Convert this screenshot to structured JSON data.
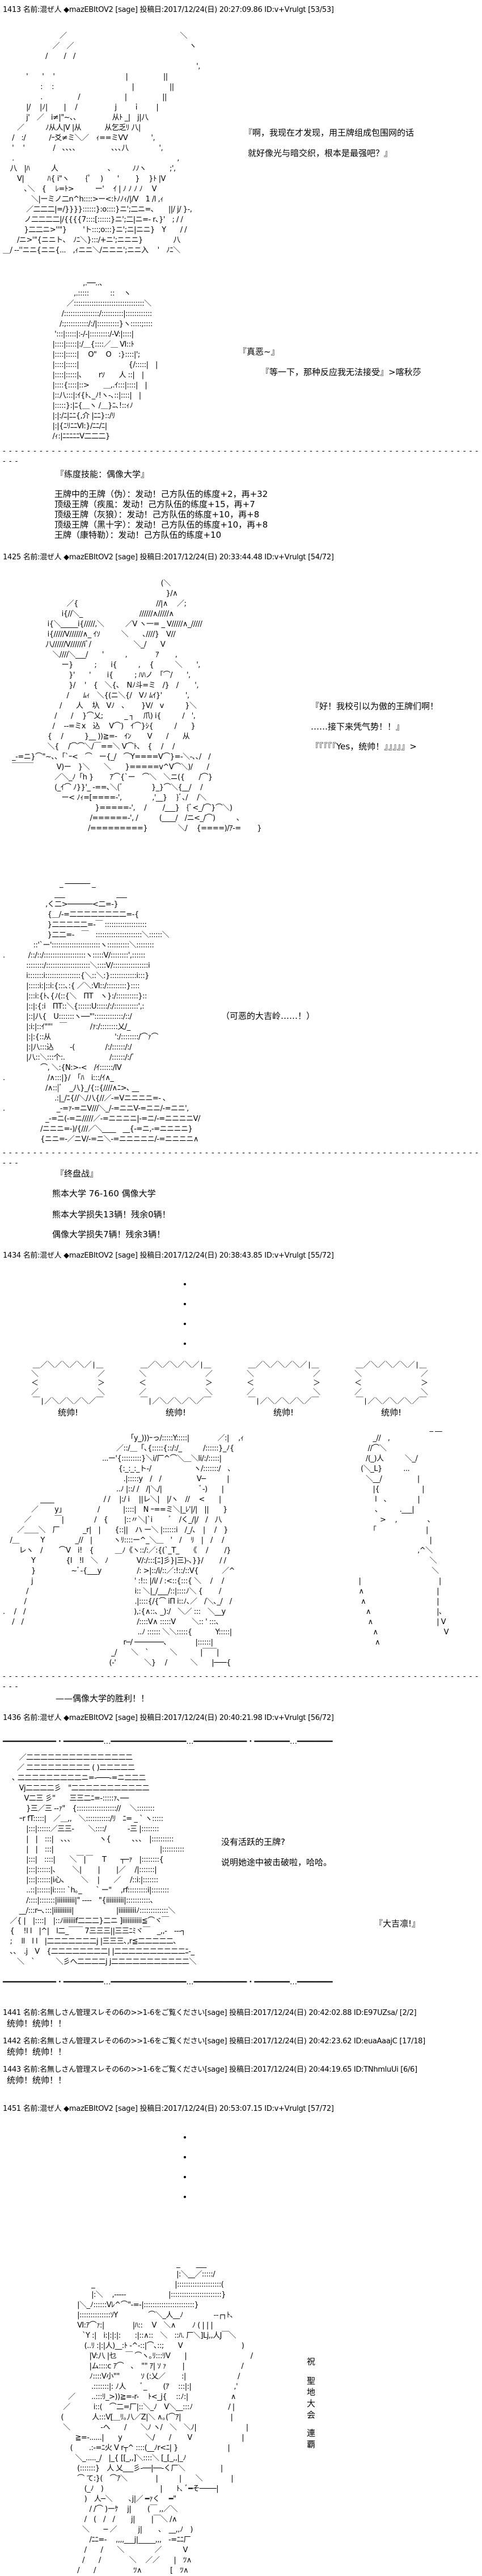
{
  "posts": [
    {
      "header": "1413 名前:混ぜ人 ◆mazEBItOV2 [sage] 投稿日:2017/12/24(日) 20:27:09.86 ID:v+Vrulgt [53/53]"
    },
    {
      "header": "1425 名前:混ぜ人 ◆mazEBItOV2 [sage] 投稿日:2017/12/24(日) 20:33:44.48 ID:v+Vrulgt [54/72]"
    },
    {
      "header": "1434 名前:混ぜ人 ◆mazEBItOV2 [sage] 投稿日:2017/12/24(日) 20:38:43.85 ID:v+Vrulgt [55/72]"
    },
    {
      "header": "1436 名前:混ぜ人 ◆mazEBItOV2 [sage] 投稿日:2017/12/24(日) 20:40:21.98 ID:v+Vrulgt [56/72]"
    },
    {
      "header": "1441 名前:名無しさん管理スレその6の>>1-6をご覧ください[sage] 投稿日:2017/12/24(日) 20:42:02.88 ID:E97UZsa/ [2/2]",
      "body": "统帅！统帅！！"
    },
    {
      "header": "1442 名前:名無しさん管理スレその6の>>1-6をご覧ください[sage] 投稿日:2017/12/24(日) 20:42:23.62 ID:euaAaajC [17/18]",
      "body": "统帅！统帅！！"
    },
    {
      "header": "1443 名前:名無しさん管理スレその6の>>1-6をご覧ください[sage] 投稿日:2017/12/24(日) 20:44:19.65 ID:TNhmluUi [6/6]",
      "body": "统帅！统帅！！"
    },
    {
      "header": "1451 名前:混ぜ人 ◆mazEBItOV2 [sage] 投稿日:2017/12/24(日) 20:53:07.15 ID:v+Vrulgt [57/72]"
    }
  ],
  "dialogue": {
    "d1_line1": "『啊，我现在才发现，用王牌组成包围网的话",
    "d1_line2": "就好像光与暗交织，根本是最强吧？』",
    "d2": "『真恶~』",
    "d3": "『等一下，那种反应我无法接受』>喀秋莎",
    "d4_line1": "『好！我校引以为傲的王牌们啊！",
    "d4_line2": "……接下来凭气势！！』",
    "d4_line3": "『『『『『Yes，统帅！』』』』』>",
    "d5": "（可恶的大吉岭……！）",
    "d6_line1": "没有活跃的王牌?",
    "d6_line2": "说明她途中被击破啦，哈哈。",
    "d7": "『大吉凛!』"
  },
  "skills": {
    "title": "『练度技能：偶像大学』",
    "lines": [
      "王牌中的王牌（伪）：发动！己方队伍的练度+2，再+32",
      "顶级王牌（疾風：发动！己方队伍的练度+15，再+7",
      "顶级王牌（灰狼）：发动！己方队伍的练度+10，再+8",
      "顶级王牌（黑十字）：发动！己方队伍的练度+10，再+8",
      "王牌（康特勒）：发动！己方队伍的练度+10"
    ]
  },
  "endgame": {
    "title": "『终盘战』",
    "score": "熊本大学 76-160 偶像大学",
    "loss1": "熊本大学损失13辆！残余0辆！",
    "loss2": "偶像大学损失7辆！残余3辆！"
  },
  "victory": "——偶像大学的胜利！！",
  "bursts": [
    "统帅!",
    "统帅!",
    "统帅!",
    "统帅!"
  ],
  "banner": [
    "祝",
    "聖",
    "地",
    "大",
    "会",
    "連",
    "覇"
  ],
  "separator": "- - - - - - - - - - - - - - - - - - - - - - - - - - - - - - - - - - - - - - - - - - - - - - - - - - - - - - - - - - - - - - - - - - - - - - - - - - - - - - - - -",
  "heavy_line": "━━━━━━━━━━━━・━━━━━━━━━…━━━━━━━━━━━━━━━━━…━━━━━━━━━━━━・━━━━━━━━…━━━━━━━━",
  "dot": "・",
  "burst_shape": "＿／＼／＼／＼／|＿\n＼　　　　　　　　／\n＜　　　　　　　　＞\n／　　　　　　　　＼\n￣|／＼／＼／＼／￣",
  "aa": {
    "aa1": "　　　　　　　　／　　　　　　　　　　　　　　　　＼\n　　　　　　　／　／　　　　　　　　　　　　　　　　 ヽ\n　　　　　　/　　 /　/\n　　　　　　　　　　　　　　　　　　　　　　　　　　　 ',\n　　　 '　　'　 '　　　　　　　　　　|　　　　　||\n　　　　　 :　 :　　　　　　　　　　　|　　　　　||\n　　　　　 .　　　　　/　　　　　　 |　　　　　||\n　　　 |/　 |ﾉ|　　 |　 /　　　　　 j　　 ｉ　　 |\n　　　 j'　／　i≠|\"~､､　　　　　从ﾄ _|　j|八\n　　／　　　ﾉ从人|V |从　　　 从乞乏ﾘ 八|\n　 /　:/　　　 /ｰ爻≠ミ＼／　ｨ==ミVV　　　 ',\n　 '　 '　　　　/　､､､､　　　　　､､､八　　　　 ',\n　 .　　　　　　　　　　　　　　　　　　　　　　　,\n　八　|ﾊ　　　人　　　　　　　､　　　ﾉﾉヽ　　　 ;',\n　　V|　　　 ﾊ{ i\"ヽ　　 {ﾟ　 )　　'　　 }　 }ﾄ |V\n　　　､＼　{　 ﾚ=ﾄ>　　　ー'　 ｲ | ﾉ ﾉ ﾉ ﾉ　 V\n　　　　＼|ーミノ二n^h::::>ー<:ﾄﾉﾉｨ/|/V　1 /l ,ｨ\n　　　 ／二二二|=/}}}}::::::}:o::::}ニ';二ニ=､　　||/ j/ }-,\n　　　ノ二二二二|/{{{{7::::[::::::}ニ';二|ニ=- r､}'　; / /\n　　　}二二ニ>''\"}　　 'ト:::;o:::}ニ';ニ|ニニ}　Y　　/ /\n　　/ニ>'\"{ニニト、　ﾉﾆ＼}:::/+ニ';ニニニ}　　　　 八\n＿/ -‐''ニニ{ニニ{...　,ｨニニ＼/ニニニ';ニニ入　 '　ﾉﾆ＼",
    "aa2": "　　　　　 ,.──..､\n　　　　,.:::::　　　::　 ヽ\n　　　／::::::::::::::::::::::::::::::::＼\n　　 /::::::::::::::::/::::::::::|::::::::::::\n　　/:;::::::::::/:/|::::::::::}ヽ:::::;::::\n　 ':::|:::::|:-/-|:::::::::/-V:|::::|\n　|::::|:::::|:/＿{::::／＿ Ⅵ::ﾄ\n　|::::|:::::|　 O\"　 O　:}::::|';\n　|::::|:::::|　　　　　　　{/:::::|　|\n　|::::|:::::|､　　 rｿ　　人 ::|　|\n　|::::{::::|::>　　＿,.ｲ:::|::::|　|\n　|::八:::|:ｲ{ﾄ､_ﾉ!ヽ-､::|::::|　|\n　|:::::}:|ﾆ{＿ヽ /＿}ﾆ､!::ｨﾉ\n　|:|:/ﾆ|ﾆﾆ{,介 |ﾆﾆ}::/ﾘ\n　|:|{ﾆﾘﾆﾆⅥ:}/ﾆﾆ/ﾆ|\n　/ｨ:|ﾆﾆﾆﾆﾆV二二二}",
    "aa3": "　　　　　　　　　　　　　　　　　　　　　　 (＼\n　　　　　　　　　　　　　　　　　　　　　　　}/∧\n　　　　　　　　　／{　　　　　　　　　　　//|∧　 ／;\n　　　　　　　　 i{//＼_　　　　　　　　//////∧/////∧\n　　　　　　 i{＼_____i{/////,＼　　　／V ヽ一= _ V/////∧_/////\n　　　　　　 i{/////V//////∧_ ｲｿ　　　＼　　､////}　V//\n　　　　　　八//////V//////iﾞ/　　　　　　＼_/　　V\n　　　　　　　＼////＼___/　　'　　　,　　　　ｱ　　 ,\n　　　　　　　　 ー}　　　;　　i{　　　,　 {　　　＼　　',\n　　　　　　　　　 }'　　'　　 i{　　　; ﾊﾊノ　「⌒/　　',\n　　　　　　　　　 }/　 '　{　＼{､　Nﾉ斗=ミ　/}　/　　 ',\n　　　　　　　　　/　　ﾑｨ　＼{(ニ＼{/　Vﾉ ﾑｲ}'　　　 ',\n　　　　　　　　/　　人　 圦　Vﾉ　､　　 }V/　v　　　}＼\n　　　　　　　 /　　/　 }⌒乂;　　　_ ┐　 爪) i{　　　/　',\n　　　　　　　/　 -‐=ミx　込　 V⌒)　ｲ⌒}ｼ{　　　/　　}\n　　　　　　 {　 /　　　}__ ))≧=-　ｲﾝ　　 V　　/　　从\n　　　　　　 ＼{　 /⌒⌒＼/￣==＼ V⌒ﾄ､　{　 /　 /\n　 _-=ニ}⌒\"~､､「`ｰ<　⌒　ー{_/　⌒Y====V⌒}=-＼-､､/　/\n　 ￣￣￣　　　 V)ー　}＼　　＼　　}=====v^V⌒＼)/　　/\n　　　　　　　 ／＼_ﾉ「h }　　 ｱ⌒{`ー　⌒＼　＼ニ({　　/⌒}\n　　　　　　　 (_ｲ⌒ ﾉ}}'_ -==､＼(ﾞ　　　　}_}⌒＼{__/　 /\n　　　　　　　　 ー< ﾉｨ=[====-',　　　　 ,'__}　 }ﾞ､/　 /＼\n　　　　　　　　　　　　　}=====-',　 /　　 /___}　{ﾞ<_/⌒}⌒＼)\n　　　　　　　　　　　　 /======-', /　　　(____/　/ニ<_/⌒)　　　､\n　　　　　　　　　　　　/=========}　　　　 ＼/　 {====)/ｱ-=　　 }",
    "aa4": "　　　　　　　　_ ────── _\n　　　　　　　 ___　　　　　　　 ___\n　　　　　　,く二>──────<二=-}\n　　　　　　 {＿/-=二二二二二二二二=-{\n　　　　　　 }二二二二二=-￣ :::::::::::::::::::\n　　　　　　 }二二=-　￣　:::::::::::::::::::::＼::::::＼\n　　　　 ::'`ー'::::::::::::::::::::::ヽ::::::::::＼::::::::\n.　　　 /::/::/:::::::::::::::::::ヽ:::::V/::::::::',::::::\n　　　 ::::::::/::::::::::::::::::::＼::::V/::::::::::::::::i\n　　　 i:::::::i::::::::::::::::{＼::＼:}::::::::::::i:::}\n　　　 |:::::i:|::i:{:::､:{ ／＼:Ⅵ::/:::::::::}::::\n　　　 |:::i:{ﾄ､{ﾉ(::{＼　ΠΤ　ヽ}:/::::::::::}::\n　　　 |::|:{:i　ΠΤ::＼{::::::U:::::/:/:::::::::::',:\n　　　 |::|八{　U:::::::ヽ──\"':::::::::::::/::/\n　　　 |:i:|::ｲ\"\"'　￣　　　 /ｧ:/::::::::乂/_\n　　　 |:|:{::从　　　　　　　　　':/::::::::/⌒ｧ⌒\n　　　 |:|八:::込　　 -(　　　　 /:/::::::/:/\n　　　 |八::＼:::个:.　　　　　　 /::::::/:/ﾞ\n　　　　　 ⌒, ＼:{N:>-<　/ｲ::::::/lV\n.　　　　　　/∧:::|}/　「ﾊ　i:::/ｲ∧_\n　　　　　　/∧::|ﾞ　_八}_/{::{////∧ﾆ>､ __\n　　　　　　　 .:|_/ﾆ{//＼/八{//／-=Vニニニニ=- ､\n.　　　　　　　 _-=ｧ-=ニV///＼_/-=ニニV-=ニニ/-=ニニ',\n　　　　　　_-=ニ(-=ニ/////／-=ニニニニ|-=ニ/-=ニニニニV/\n　　　　　 /ニニニ=-)/{///／＼____　__{-=ニ,-=ニニニニ}\n　　　　　 {ニニ=-／ニV/-=ニ＼-=ニニニニニ/-=ニニニニ∧",
    "aa5": "\n　　　　　　　　　　　　　　　　　　「y_)))ｰっ/:::::Y:::::|　　　　／:|　 ,ｨ\n　　　　　　　　　　　　　　　　／::/＿「､{:::::{::/:/_　　　/::::::}_ﾉ{\n　　　　　　　　　　　　　　...ー'{:::::::::}＼i/厂^⌒＼＿＼li/:/:::::|\n　　　　　　　　　　　　　　　　 {:_:_:_ト-/　　　　　　ヽ/:::::::/　､\n　　　　　　　　　　　　　　　　　.|:::::y　/　/　　　　　V─　　　|\n　　　　　　　　　　　　　　　　..ﾉ |::/ /　/|＼/|　　　　　 ﾞ-)　　|\n　　　　　 ____　　　　　　　/ /　 |:/ i　 ||レ＼|　|/ヽ　//　 <　　|\n　　　　／　　 y」　　　　　/　　　 |::::|　N ｰ==ミ＼|_ﾚ'|/|　||　　}\n　　　／　　　 ￣|　　　　 /　{　　 |::〃＼|`i　　 ﾞ　/く_/|/　/　八\n　　／＿＿＼　厂　　　 _r|　|　　{::||　ハ ー＼ |::::::i　/_/､　|　 /　}\n　/＿　　　Y　　　　 _//　|　　　ヽﾘ::::ー^_＼＿　'　/　 ﾘ　|　/　 /\n　　 レヽ　/　　 ⌒V　i!　{　　　＿ﾉ《ヽ::/:／:{(`_T_　　《　 /　　 /}\n　　　　Y　　　　 {l　!l　＼　ﾉ　　　　V/:/:::[ﾆ]彡}|三)-､}}/　　 / /\n　　　　}　　　　　~ﾞ-{___y　　　　　/: >|::/i/::／:!::/::V{　　　 ／^\n　　　　j　　　　　　　　　　　　　　 ' :!:: |/i/ / :<::{:::{ ＼　 /　 /\n　　　 /　　　　　　　　　　　　　　　i:: ＼|_/___/::|::::ﾉ＼ {　　 /\n　　　/　　　　　　　　　　　　　　　 .|::::{/{⌒ iΠ i::ﾉ､／　/＼､_/　/\n.　 /　/　　　　　　　　　　　　　　　 ),:{∧::､ _):/　＼／ :::　＼__y\n　 /　/　　　　　　　　　　　　　　　　/::::V∧ :::::V　　 ＼:: ' :::､\n　　　　　　　　　　　　　　　　　　　..ﾉ :::::: ＼＼:::::{　　　 Y:::::|\n　　　　　　　　　　　　　　　　　r─/ ───────､　　　　|::::::|\n　　　　　　　　　　　　　　　 _/　　＼　`　　　＼　　　 |￣￣|\n　　　　　　　　　　　　　　　(-'　　　　＼}　 /　　　 ＼　　|───{",
    "aa5b": "　　　　　　　　　　　　　　　　　　　_ __　　　\n　　　　　　　　　　　_//　,\n　　　　　　　　　　 //⌒＼\n　　　　　　　　　　/(_)人　　　＼_/\n　　　　　　　　　 (＼_L}　　　...\n　　　　　　　　　　＼__/　　　　　|\n　　　　　　　　　　　|{　　　　　　|\n　　　　　　　　　　　 l　､　　　　 |\n　　　　　　　　　　　 ､　　　.___|\n　　　　　　　　　　　　>　 ,　　　　 ､\n　　　　　　　　　　　「　　　　　　　|\n　　　　　　　　　　　　　　　　　　　|\n　　　　　　　　　　　　　　　　　 ,^＼\n　　　　　　　　　　　　　　　　　　　＼\n　　　　　　　　　　　　　　　　　　　 ＼\n　　　　　　　　　|　　　　　　　　　　　|\n　　　　　　　　　∧　　　　　　　　　　 |\n　　　　　　　　　 ∧　　　　　　　　　　|\n　　　　　　　　　　∧　　　　　　　　　 |､\n　　　　　　　　　　 ∧　　　　　　　　　| V\n　　　　　　　　　　　∧　　　　　　　　　 V\n　　　　　　　　　　　 ∧",
    "aa6": "　　 ／二二二二二二二二二二二二二二二\n　　／ 二二二二二二二二二 ( )二二二二二\n　 ､ 二二二二二二二二二ニ=-───-=ニ二二二\n　　 Vj二二二二彡　\"二二二二二二二二二二二\n　　　V二三 彡\"　　三三二ﾆ=-:::::ｧ､──\n　　　 }三／三 -‐ｧ\"　{:::::::::::::::::://　 ＼::::::::\n　　 ｰr fT:::::|　／＿,,　＼:::::::::::/ﾘ　ﾆ= _ ` ヽ:::::\n　　　 |:::|::::::／三三-　　＼::::/　　　-三 |::::::::\n　　　 |　|　:::|　､､､　　　　ヽ{　　　､､､　|::::::::::\n　　　 |　|　:::|　　　　　　　　　　　　　　　|::::::::::\n　　　 |:::|　::::|　　＼￣|￣　 T　　┬─ｧ　|::::::::{\n　　　 |:::|::::::|､　　 ＼|　　 |　　 |／　 /|:::::::|\n　　　 |:::|::::::|i心､　　 ＼　 |　　／　 /::i:|:::::::\n　　　 ..::|::::::|i::::: `h｡_　　` ー\"　 ,rf:::::::::i|::::::::\n　　　 /::::|:::::::|iiiiiiiiii|\" ----　\"{iiiiiiiiii|:::::::::::､\n　　 __/:::r─､:::|iiiiiiiiii|　　　　　　|iiiiiiiiiiﾉ:::::::::::::＼\n　／{ |　|::::|　|::ﾉiiiiiiif二二二}二ニ ]iiiiiiiiiii≦⌒ヾ￣\n　{　 !l l　|^|　l二_￣￣ 7三三三||三三ﾆﾐヾ￣　_,,-　---┐\n　;　 ll　l l　|二二二二二二二j |三三三､,r≦二二二二二､\n　､､　.j　V　{二二二二二二二二| |二二二二二二二二二二ﾆ-_\n　　＼　`　　　＼彡へ二二二二j j二二二二二二二二二二二＼",
    "aa7": "　　　　　　　　　　　　　　　　　 _　　 ___\n　　　　　　　　　　　　　　　　　 |:＼__／:::::/\n　　　　　 _　　　　　　　　　　　 |::::::::::::::::::::(\n　　　　　 |:＼　 ,-----　　　　　　|:::::::::::::::::::::::}\n　　　 |＼_ﾉ::::::Vﾚ^⌒\"-=-|:::::::::::::::::::::::}\n　　　 |::::::::::::::ｿY　　　　 ⌒＼_人__ﾉ　　　　 --┌┐ﾄ､\n　　　 Ⅵ:ｱ⌒ｧ:|　　　　|ﾊ::　 V　＼∧　　 ﾉ ( | | |\n　　　　`Y :|　i:|:|:|:　　:|::∧::　＼　::ﾊ. 厂＼]Lj,,人J￣＼\n　　　　 (..ﾘ :|:|人)__:ﾄ -^-::|⌒､::;　　V　　　　　　　　 )\n　　　　　|V:八 |乜　 ￣ ⌒ヽ｡ﾘ:::ﾘV　　|　　　　　　　　　/\n　　　　　|ム::::c ｱ⌒　､　\"\" ｱ| ｿ ｧ　　 |　　　　　　　　/\n　　　　　ﾉ::::V小\"\"　　　ｿ (:乂／　　 :|　　　　　　　 /\n　　　　　 .:::::::|: ﾉ人　　ﾞ_　　 (ｱ　 :::|:|　　　　　　,'\n　　／　　 ..:::ﾘ_>))≧=-r-　 ﾄ<_j{　 ::ﾉ:|　　　　　　∧\n　 ／　　　 i::(　⌒二=厂|::＼_ﾉ　V＼__:::ﾉ　　　　　/ |\n　(　　　　人:::V[＿ﾘ｡八／Z|＼ ∧｡(⌒ｱ|　　　　　　　|\n　 ＼　　　　 -ヘ　　/　　＼ﾉ ヽ/　＼　＼ﾉ|　　　　　　　|\n　　　≧=-......|　　y　　　 ＼/　　/　　 V　　　　　　　|\n　　 (　　 .:-=ﾆ火 V r┬^ ::::(__ﾉr<ﾆ| }　　　　　　　|\n　　　＼_....._/　|_{ [[_,,]＼::::＼ [_[_,,|_ﾉ\n　　　 (:::::::}　人 乂___彡-──|──-く厂＼　　　　　|\n　　　 ⌒ て:}(　⌒ｱ＼　　　　|　　　|　　＼　　　　|\n　　　　 (_ﾉ　)　　　　　　　　|　　ﾄ､ ﾞ━そ────|\n　　　　 )　人─＼　　 ､j|／ ━ｧく　 ━\"\n　　　　　/ /⌒ )ーｹ　 j|　　 (￣ ,,／＼\n　　　　 /　(　/　/　　 j|　　 |￣＼ /∧\n　　　　＼　　─ ／　　　j|　　 ､　__,,ﾉ　)\n　　　　　/ﾆﾆ=-　 ,,,,___j|_____,,,　-=ﾆﾆ厂\n　　　　 /　　/　　＼　　　　 ／　　　V\n　　　　/　　/　　　　＼　 ／／　　|　ﾂ∧\n　　　 /　　/　　　　　 ﾂ∧　　　　[　ﾂ∧"
  }
}
